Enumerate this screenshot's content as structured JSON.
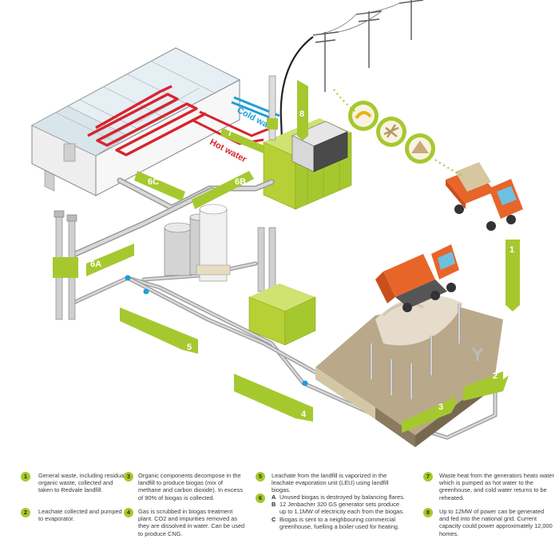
{
  "labels": {
    "cold_water": "Cold water",
    "hot_water": "Hot water",
    "arrow_1": "1",
    "arrow_2": "2",
    "arrow_3": "3",
    "arrow_4": "4",
    "arrow_5": "5",
    "arrow_6a": "6A",
    "arrow_6b": "6B",
    "arrow_6c": "6C",
    "arrow_7": "7",
    "arrow_8": "8"
  },
  "legend": {
    "item1": {
      "num": "1",
      "text": "General waste, including residual organic waste, collected and taken to Redvale landfill."
    },
    "item2": {
      "num": "2",
      "text": "Leachate collected and pumped to evaporator."
    },
    "item3": {
      "num": "3",
      "text": "Organic components decompose in the landfill to produce biogas (mix of methane and carbon dioxide). In excess of 90% of biogas is collected."
    },
    "item4": {
      "num": "4",
      "text": "Gas is scrubbed in biogas treatment plant. CO2 and impurities removed as they are dissolved in water. Can be used to produce CNG."
    },
    "item5": {
      "num": "5",
      "text": "Leachate from the landfill is vaporized in the leachate evaporation unit (LEU) using landfill biogas."
    },
    "item6": {
      "num": "6",
      "a_key": "A",
      "a_text": "Unused biogas is destroyed by balancing flares.",
      "b_key": "B",
      "b_text": "12 Jenbacher 320 GS generator sets produce up to 1.1MW of electricity each from the biogas.",
      "c_key": "C",
      "c_text": "Biogas is sent to a neighbouring commercial greenhouse, fuelling a boiler used for heating."
    },
    "item7": {
      "num": "7",
      "text": "Waste heat from the generators heats water which is pumped as hot water to the greenhouse, and cold water returns to be reheated."
    },
    "item8": {
      "num": "8",
      "text": "Up to 12MW of power can be generated and fed into the national grid. Current capacity could power approximately 12,000 homes."
    }
  },
  "colors": {
    "accent_green": "#a6c82f",
    "hot_water": "#d9232e",
    "cold_water": "#1e9fd8",
    "truck_orange": "#e8652a"
  }
}
